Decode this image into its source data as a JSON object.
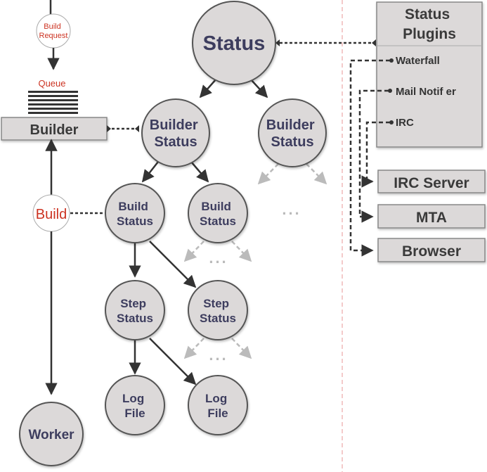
{
  "colors": {
    "node_fill": "#dcd9d9",
    "node_stroke": "#555555",
    "label_text": "#3d3d5e",
    "red_text": "#cc3322",
    "faded_arrow": "#bbbbbb",
    "divider": "#f0b8b8"
  },
  "top": {
    "build_request": [
      "Build",
      "Request"
    ],
    "queue": "Queue",
    "builder": "Builder",
    "build": "Build",
    "worker": "Worker"
  },
  "tree": {
    "status": "Status",
    "builder_status": [
      "Builder",
      "Status"
    ],
    "build_status": [
      "Build",
      "Status"
    ],
    "step_status": [
      "Step",
      "Status"
    ],
    "log_file": [
      "Log",
      "File"
    ],
    "ellipsis": "..."
  },
  "plugins": {
    "title": [
      "Status",
      "Plugins"
    ],
    "items": [
      "Waterfall",
      "Mail Notif er",
      "IRC"
    ]
  },
  "targets": {
    "irc_server": "IRC Server",
    "mta": "MTA",
    "browser": "Browser"
  }
}
